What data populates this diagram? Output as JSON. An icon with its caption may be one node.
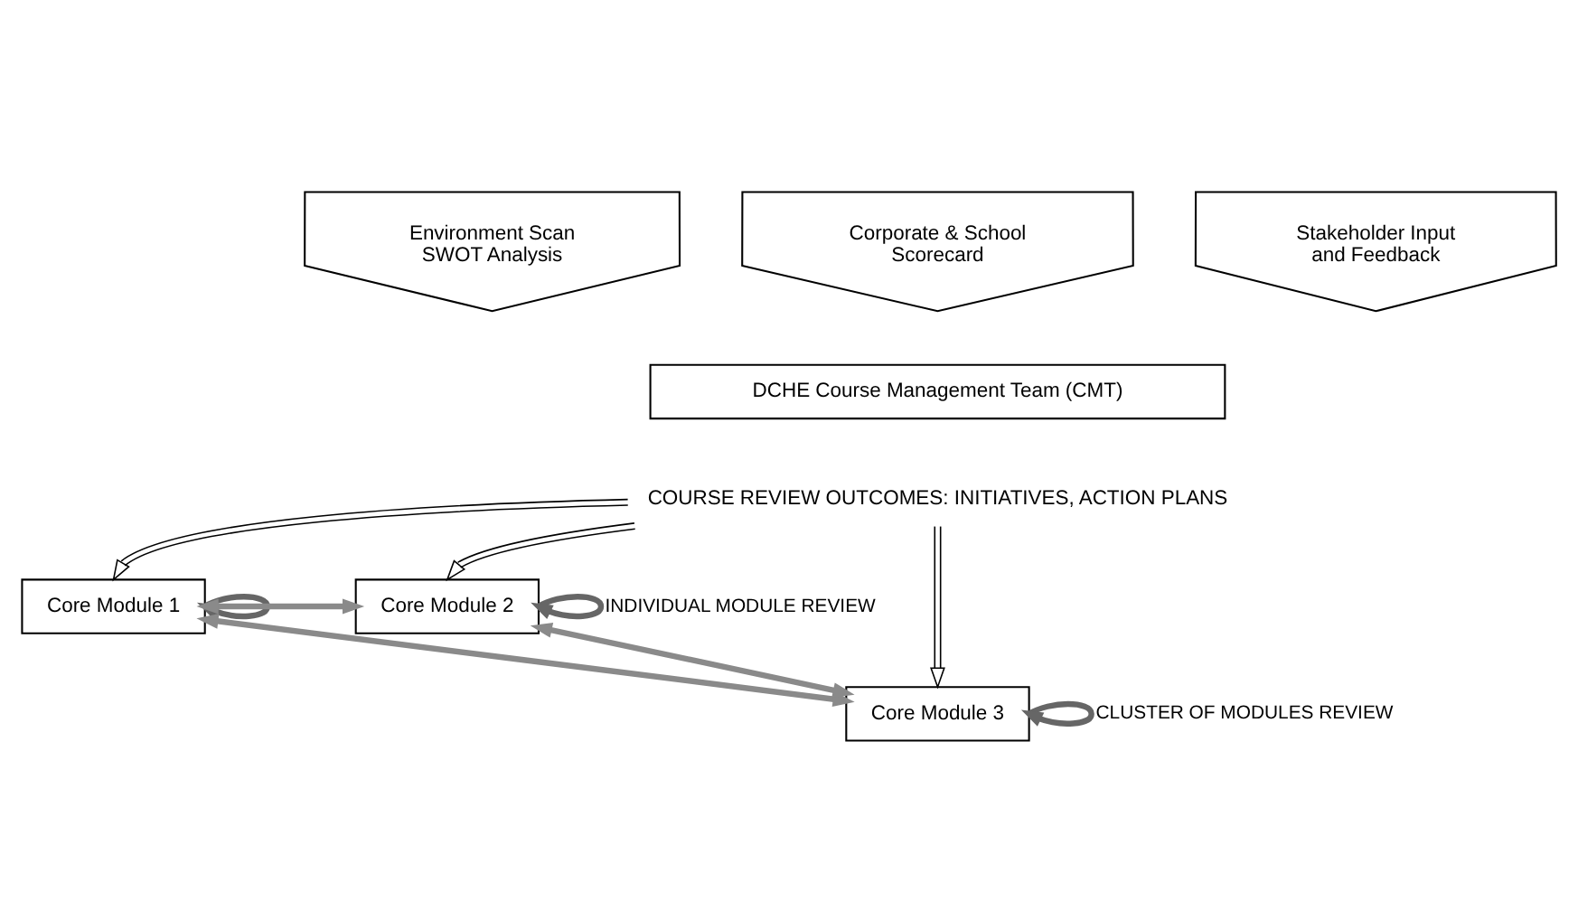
{
  "diagram": {
    "nodes": [
      {
        "text": [
          "Environment Scan SWOT Analysis"
        ]
      },
      {
        "text": [
          "Corporate & School Scorecard"
        ]
      },
      {
        "text": [
          "Stakeholder Input and Feedback"
        ]
      },
      {
        "text": [
          "DCHE Course Management Team (CMT)"
        ]
      },
      {
        "text": [
          "COURSE REVIEW OUTCOMES: INITIATIVES, ACTION PLANS"
        ]
      },
      {
        "text": [
          "Core Module 1"
        ]
      },
      {
        "text": [
          "Core Module 2"
        ]
      },
      {
        "text": [
          "Core Module 3"
        ]
      }
    ],
    "edges": [
      {
        "from": 4,
        "to": 5,
        "arrow": "to"
      },
      {
        "from": 4,
        "to": 7,
        "arrow": "to"
      },
      {
        "from": 4,
        "to": 6,
        "arrow": "to"
      },
      {
        "from": 5,
        "to": 6,
        "arrow": "both",
        "color": "#8a8a8a"
      },
      {
        "from": 5,
        "to": 7,
        "arrow": "both",
        "color": "#8a8a8a"
      },
      {
        "from": 6,
        "to": 7,
        "arrow": "both",
        "color": "#8a8a8a"
      },
      {
        "from": 5,
        "to": 5,
        "arrow": "to",
        "color": "#666666"
      },
      {
        "from": 6,
        "to": 6,
        "arrow": "to",
        "color": "#666666",
        "label": "INDIVIDUAL MODULE REVIEW"
      },
      {
        "from": 7,
        "to": 7,
        "arrow": "to",
        "color": "#666666",
        "label": "CLUSTER OF MODULES REVIEW"
      }
    ]
  }
}
